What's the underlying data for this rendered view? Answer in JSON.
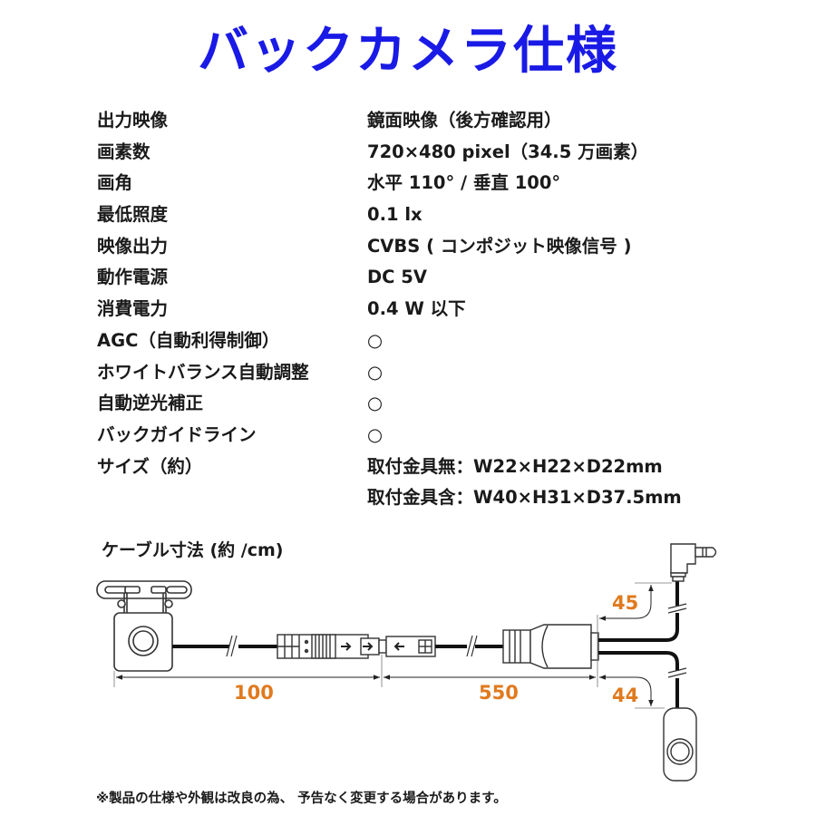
{
  "title": "バックカメラ仕様",
  "colors": {
    "title": "#1a1ae6",
    "dimension": "#e07a1e",
    "text": "#1a1a1a"
  },
  "specs": [
    {
      "label": "出力映像",
      "value": "鏡面映像（後方確認用）"
    },
    {
      "label": "画素数",
      "value": "720×480 pixel（34.5 万画素）"
    },
    {
      "label": "画角",
      "value": "水平 110° / 垂直 100°"
    },
    {
      "label": "最低照度",
      "value": "0.1 lx"
    },
    {
      "label": "映像出力",
      "value": "CVBS ( コンポジット映像信号 )"
    },
    {
      "label": "動作電源",
      "value": "DC 5V"
    },
    {
      "label": "消費電力",
      "value": "0.4 W 以下"
    },
    {
      "label": "AGC（自動利得制御）",
      "value": "○"
    },
    {
      "label": "ホワイトバランス自動調整",
      "value": "○"
    },
    {
      "label": "自動逆光補正",
      "value": "○"
    },
    {
      "label": "バックガイドライン",
      "value": "○"
    },
    {
      "label": "サイズ（約）",
      "value": "取付金具無：W22×H22×D22mm"
    },
    {
      "label": "",
      "value": "取付金具含：W40×H31×D37.5mm"
    }
  ],
  "cable": {
    "title": "ケーブル寸法 (約 /cm)",
    "dimensions": {
      "camera_to_connector": "100",
      "connector_to_splitter": "550",
      "splitter_to_plug": "45",
      "splitter_to_switch": "44"
    }
  },
  "note": "※製品の仕様や外観は改良の為、 予告なく変更する場合があります。"
}
